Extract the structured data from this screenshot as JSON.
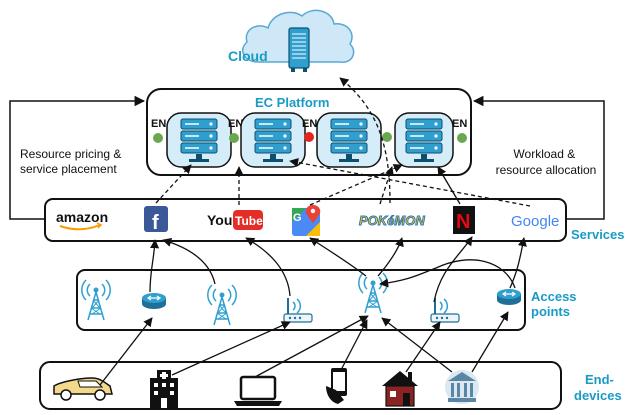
{
  "labels": {
    "cloud": "Cloud",
    "ec_platform": "EC Platform",
    "resource_pricing_line1": "Resource pricing &",
    "resource_pricing_line2": "service placement",
    "workload_line1": "Workload &",
    "workload_line2": "resource allocation",
    "services": "Services",
    "access_points_line1": "Access",
    "access_points_line2": "points",
    "end_devices_line1": "End-",
    "end_devices_line2": "devices"
  },
  "edge_nodes": [
    {
      "label": "EN",
      "status_color": "#6aa84f"
    },
    {
      "label": "EN",
      "status_color": "#6aa84f"
    },
    {
      "label": "EN",
      "status_color": "#e0271e"
    },
    {
      "label": "EN",
      "status_color": "#6aa84f"
    }
  ],
  "services": {
    "amazon": "amazon",
    "facebook": "f",
    "youtube_you": "You",
    "youtube_tube": "Tube",
    "maps": "G",
    "pokemon": "POKéMON",
    "netflix": "N",
    "google": "Google"
  },
  "icons": {
    "cloud": "cloud-icon",
    "server": "server-icon",
    "tower": "cell-tower-icon",
    "router": "router-icon",
    "wifi": "wifi-ap-icon",
    "car": "car-icon",
    "hospital": "hospital-icon",
    "laptop": "laptop-icon",
    "phone": "phone-icon",
    "house": "house-icon",
    "bank": "bank-icon"
  },
  "colors": {
    "label_blue": "#1a9bc6",
    "cloud_fill": "#cfe8f7",
    "server_fill": "#2f9fd0",
    "node_green": "#6aa84f",
    "node_red": "#e0271e"
  }
}
